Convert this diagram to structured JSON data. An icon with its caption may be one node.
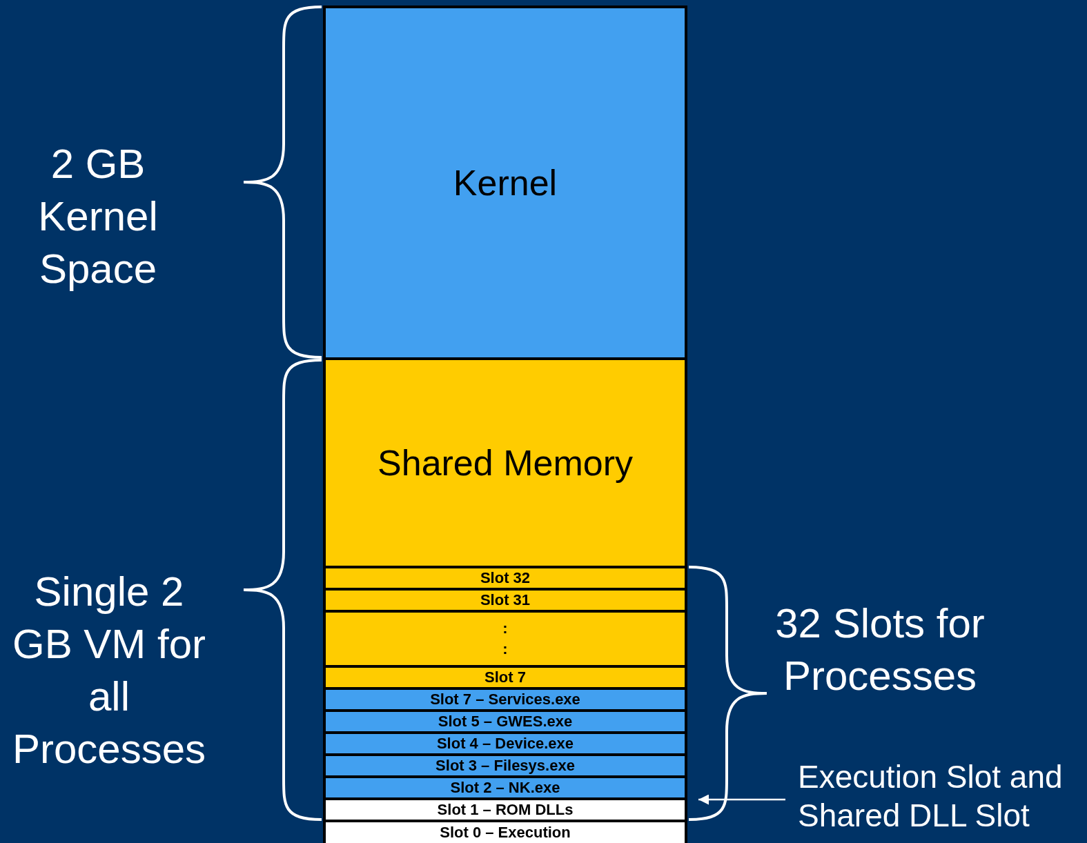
{
  "diagram": {
    "nodes": [
      {
        "text": [
          "Kernel"
        ]
      },
      {
        "text": [
          "Shared Memory"
        ]
      },
      {
        "text": [
          "Slot 32"
        ]
      },
      {
        "text": [
          "Slot 31"
        ]
      },
      {
        "text": [
          ":",
          ":"
        ]
      },
      {
        "text": [
          "Slot 7"
        ]
      },
      {
        "text": [
          "Slot 7 – Services.exe"
        ]
      },
      {
        "text": [
          "Slot 5 – GWES.exe"
        ]
      },
      {
        "text": [
          "Slot 4 – Device.exe"
        ]
      },
      {
        "text": [
          "Slot 3 – Filesys.exe"
        ]
      },
      {
        "text": [
          "Slot 2 – NK.exe"
        ]
      },
      {
        "text": [
          "Slot 1 – ROM DLLs"
        ]
      },
      {
        "text": [
          "Slot 0 – Execution"
        ]
      },
      {
        "text": [
          "Execution Slot and Shared DLL Slot"
        ]
      }
    ],
    "edges": [
      {
        "from": 13,
        "to": 11,
        "arrow": "to"
      }
    ],
    "labels": [
      "2 GB Kernel Space",
      "Single 2 GB VM for all Processes",
      "32 Slots for Processes"
    ]
  }
}
